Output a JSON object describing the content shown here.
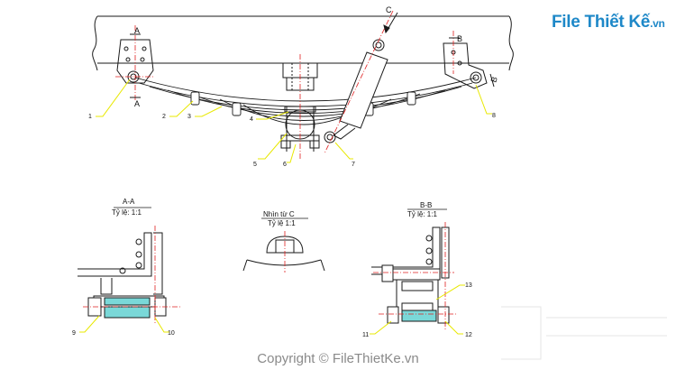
{
  "logo": {
    "brand": "File Thiết Kế",
    "domain": ".vn"
  },
  "copyright": "Copyright © FileThietKe.vn",
  "section_marks": {
    "a_top": "A",
    "a_bottom": "A",
    "b_top": "B",
    "b_right": "B",
    "c": "C"
  },
  "callouts": [
    "1",
    "2",
    "3",
    "4",
    "5",
    "6",
    "7",
    "8",
    "9",
    "10",
    "11",
    "12",
    "13"
  ],
  "views": [
    {
      "title": "A-A",
      "scale": "Tỷ lệ: 1:1"
    },
    {
      "title": "Nhìn từ C",
      "scale": "Tỷ lệ 1:1"
    },
    {
      "title": "B-B",
      "scale": "Tỷ lệ: 1:1"
    }
  ],
  "colors": {
    "line": "#1a1a1a",
    "callout": "#e8e800",
    "hidden": "#e02020",
    "center": "#e02020",
    "fill": "#7ad8d8",
    "brand": "#1e88c8"
  }
}
